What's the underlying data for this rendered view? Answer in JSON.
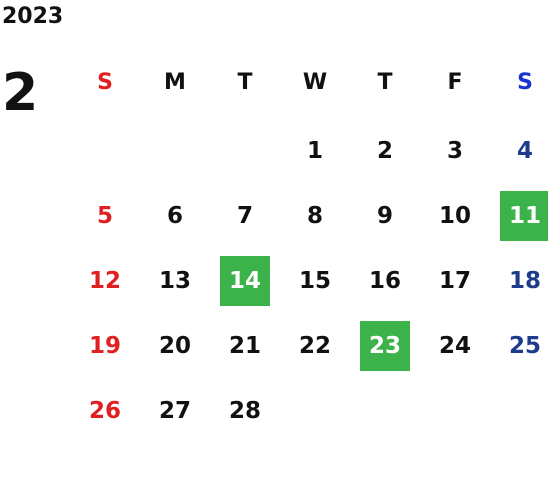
{
  "calendar": {
    "year": "2023",
    "month": "2",
    "weekdays": [
      {
        "label": "S",
        "color": "#e02020"
      },
      {
        "label": "M",
        "color": "#111111"
      },
      {
        "label": "T",
        "color": "#111111"
      },
      {
        "label": "W",
        "color": "#111111"
      },
      {
        "label": "T",
        "color": "#111111"
      },
      {
        "label": "F",
        "color": "#111111"
      },
      {
        "label": "S",
        "color": "#1a33cc"
      }
    ],
    "first_weekday_index": 3,
    "day_count": 28,
    "colors": {
      "sunday": "#e02020",
      "saturday": "#1f3c8c",
      "weekday": "#111111",
      "highlight_bg": "#3cb24a",
      "highlight_text": "#ffffff"
    },
    "highlighted_days": [
      11,
      14,
      23
    ]
  }
}
